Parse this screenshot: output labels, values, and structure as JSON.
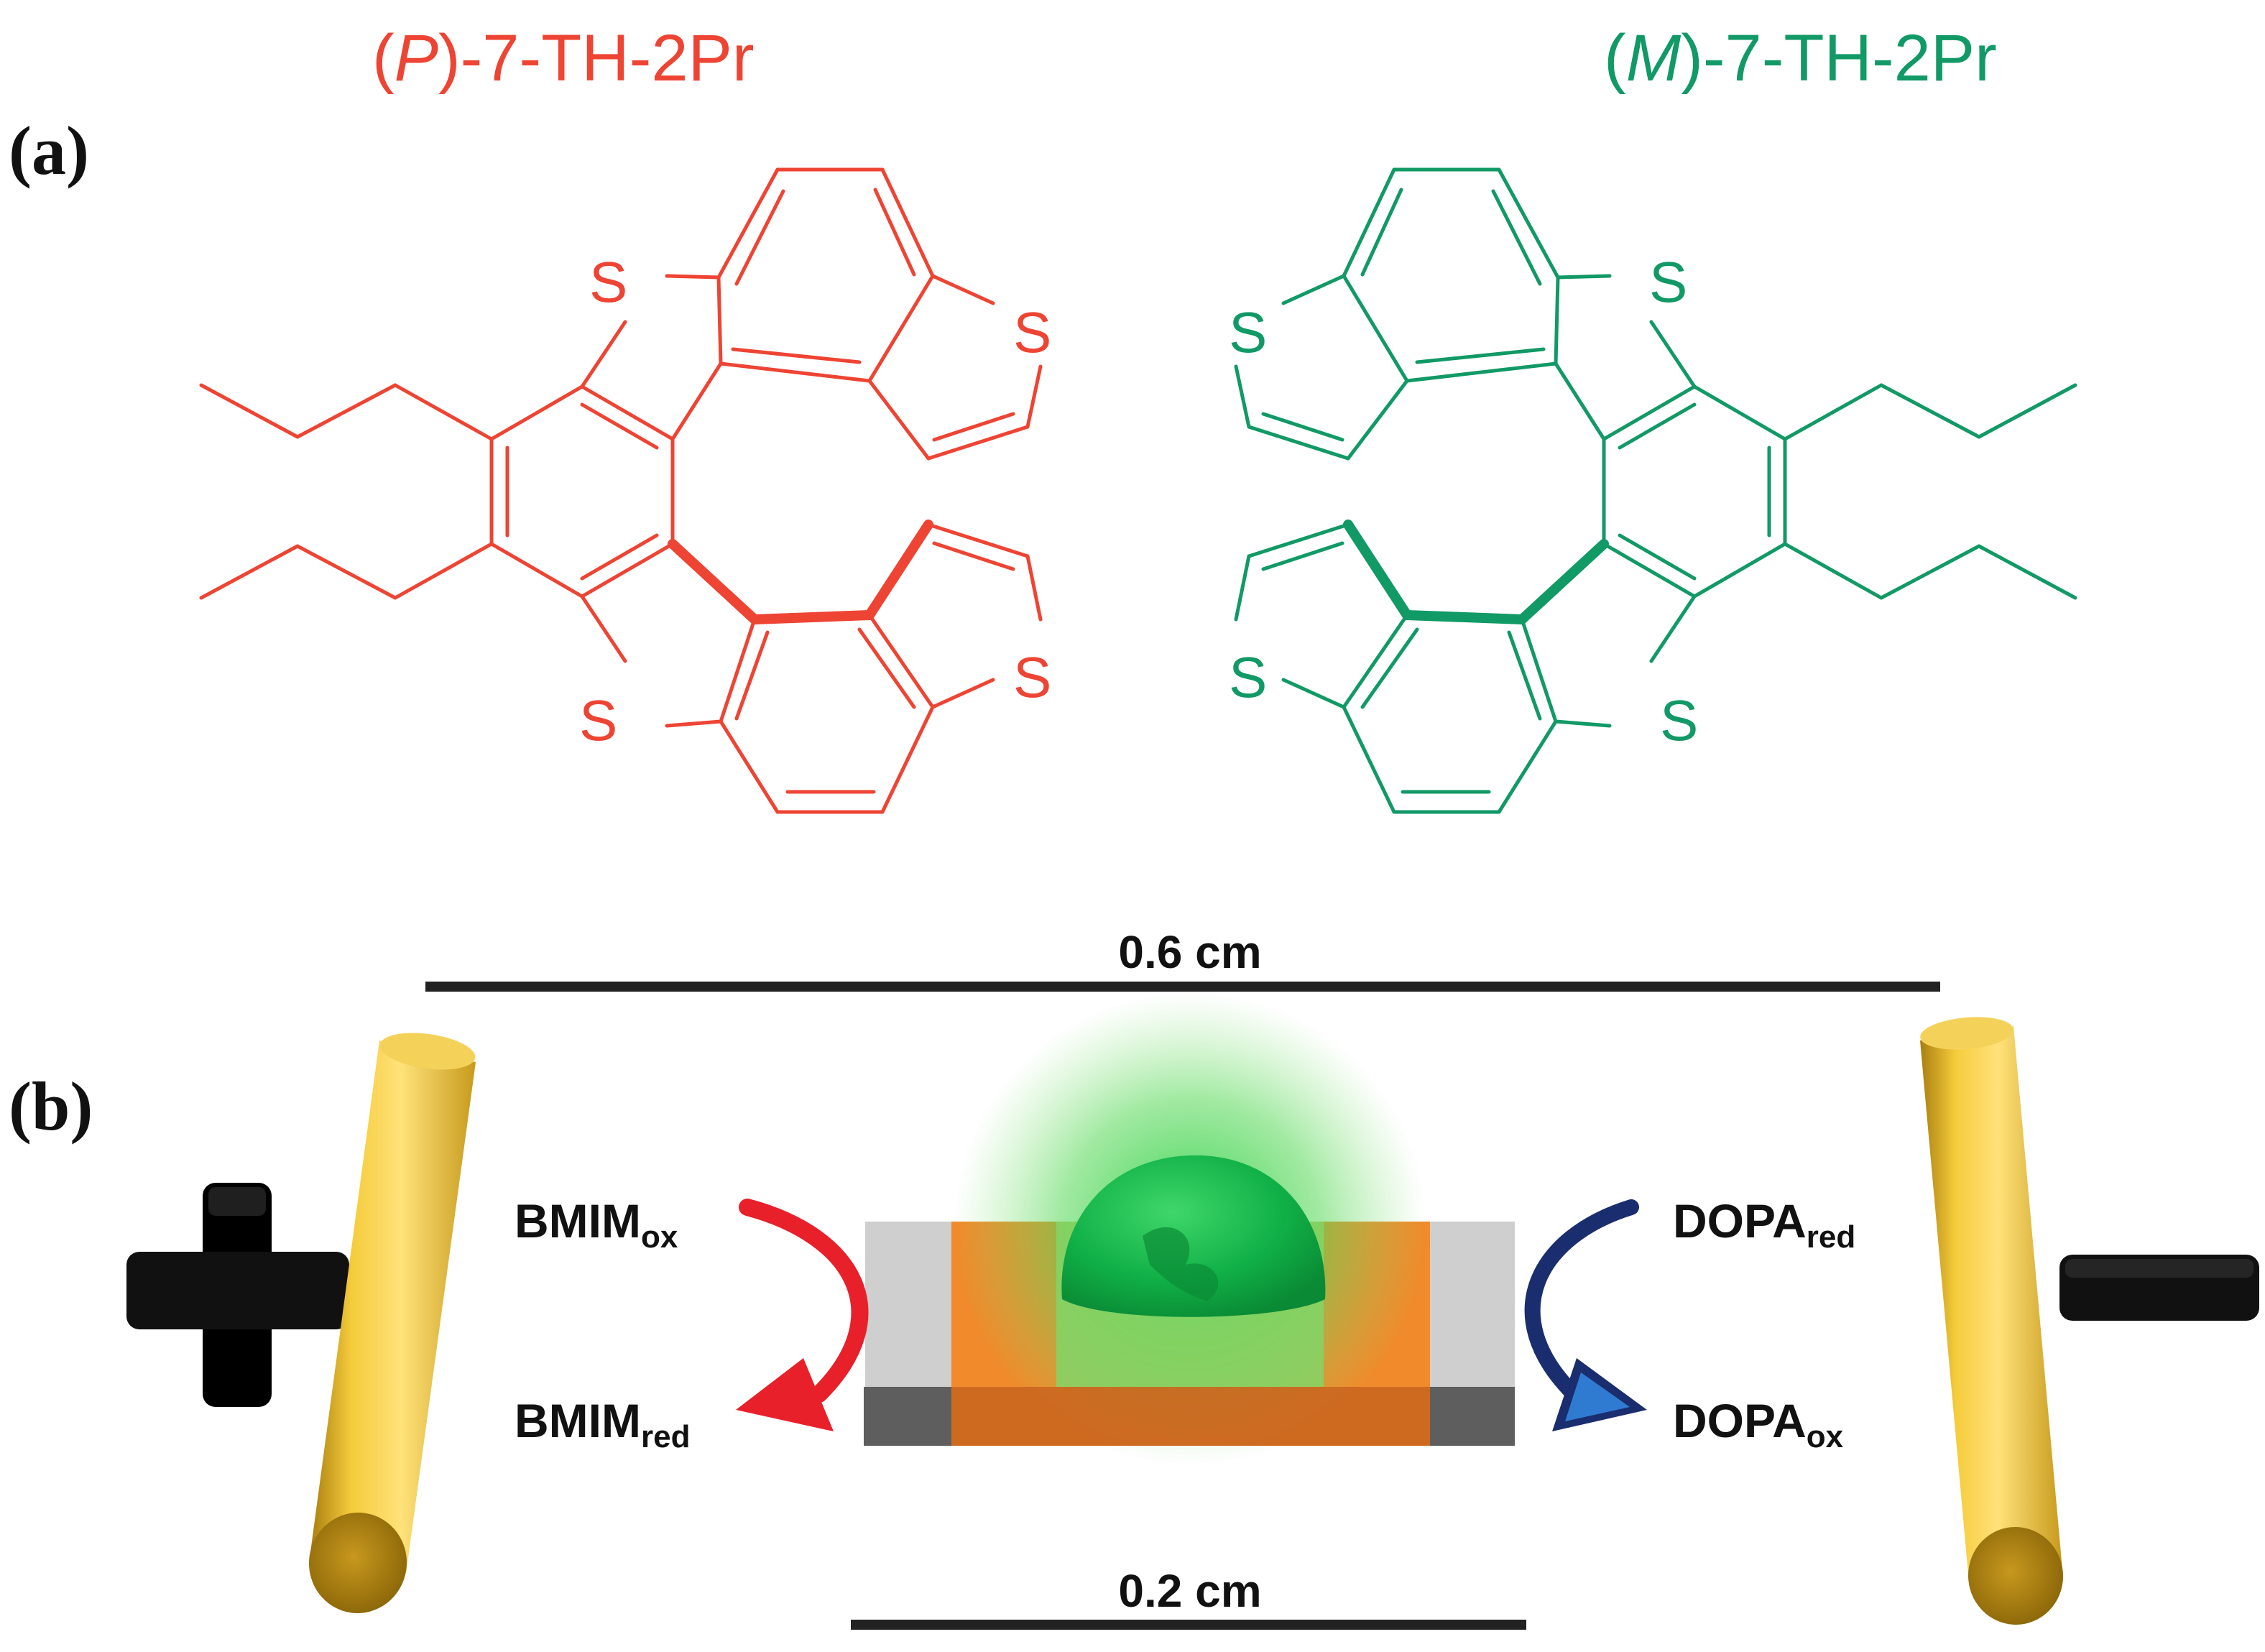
{
  "panel_a": {
    "label": "(a)",
    "left_molecule": {
      "title_open": "(",
      "title_italic": "P",
      "title_rest": ")-7-TH-2Pr",
      "color": "#ee4433",
      "atom_label": "S"
    },
    "right_molecule": {
      "title_open": "(",
      "title_italic": "M",
      "title_rest": ")-7-TH-2Pr",
      "color": "#119966",
      "atom_label": "S"
    }
  },
  "panel_b": {
    "label": "(b)",
    "top_scale": "0.6 cm",
    "bottom_scale": "0.2 cm",
    "left_top": {
      "main": "BMIM",
      "sub": "ox"
    },
    "left_bottom": {
      "main": "BMIM",
      "sub": "red"
    },
    "right_top": {
      "main": "DOPA",
      "sub": "red"
    },
    "right_bottom": {
      "main": "DOPA",
      "sub": "ox"
    },
    "plus_icon": "plus-icon",
    "minus_icon": "minus-icon",
    "colors": {
      "electrode": "#f2c230",
      "red_arrow": "#e8202a",
      "blue_arrow": "#1a2d6e",
      "glow": "#22cc44",
      "droplet": "#13b54a"
    }
  }
}
